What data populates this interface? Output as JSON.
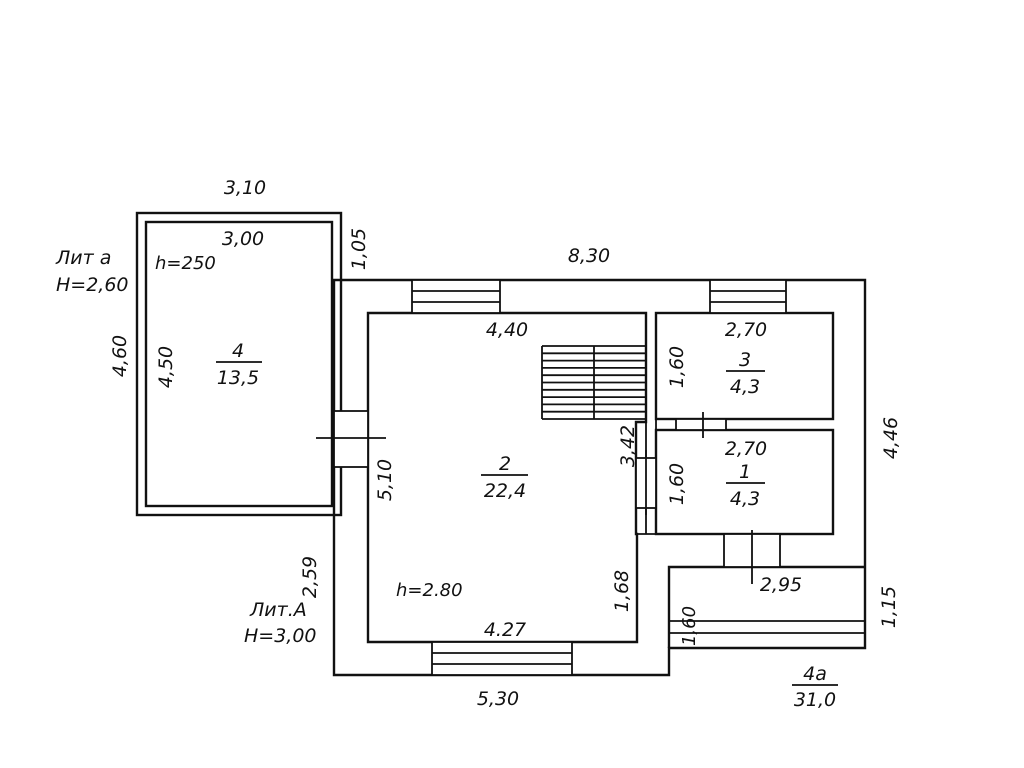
{
  "colors": {
    "line": "#111111",
    "background": "#ffffff"
  },
  "lit_a": {
    "name": "Лит а",
    "height": "H=2,60"
  },
  "lit_A": {
    "name": "Лит.А",
    "height": "H=3,00"
  },
  "rooms": {
    "r4": {
      "number": "4",
      "area": "13,5"
    },
    "r2": {
      "number": "2",
      "area": "22,4"
    },
    "r3": {
      "number": "3",
      "area": "4,3"
    },
    "r1": {
      "number": "1",
      "area": "4,3"
    },
    "r4a": {
      "number": "4а",
      "area": "31,0"
    }
  },
  "ceilings": {
    "r4": "h=250",
    "r2": "h=2.80"
  },
  "dims": {
    "a_outer_width": "3,10",
    "a_inner_width": "3,00",
    "a_offset": "1,05",
    "a_outer_height": "4,60",
    "a_inner_height": "4,50",
    "main_top": "8,30",
    "r2_top": "4,40",
    "r3_width": "2,70",
    "r3_height": "1,60",
    "r1_width": "2,70",
    "r1_height": "1,60",
    "stair_height": "3,42",
    "r2_height": "5,10",
    "right_height": "4,46",
    "left_lower": "2,59",
    "r2_lower_right": "1,68",
    "r2_bottom": "4.27",
    "corridor_width": "2,95",
    "corridor_height": "1,15",
    "corridor_small": "1,60",
    "bottom": "5,30"
  }
}
